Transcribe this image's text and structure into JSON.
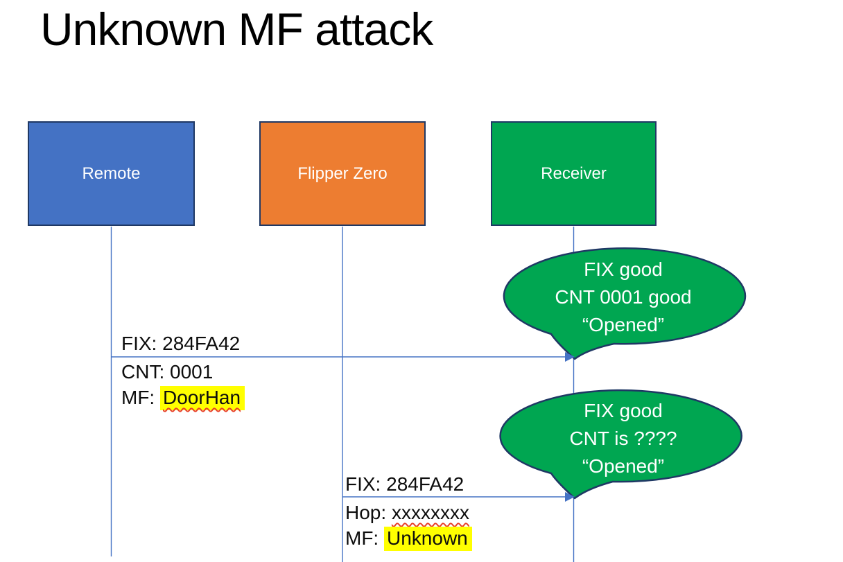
{
  "title": "Unknown MF attack",
  "actors": [
    {
      "label": "Remote"
    },
    {
      "label": "Flipper Zero"
    },
    {
      "label": "Receiver"
    }
  ],
  "messages": [
    {
      "above": "FIX: 284FA42",
      "line1": "CNT: 0001",
      "line2_prefix": "MF: ",
      "line2_word": "DoorHan"
    },
    {
      "above": "FIX: 284FA42",
      "line1_prefix": "Hop: ",
      "line1_word": "xxxxxxxx",
      "line2_prefix": "MF: ",
      "line2_word": "Unknown"
    }
  ],
  "bubbles": [
    {
      "lines": [
        "FIX good",
        "CNT 0001 good",
        "“Opened”"
      ]
    },
    {
      "lines": [
        "FIX good",
        "CNT is ????",
        "“Opened”"
      ]
    }
  ],
  "colors": {
    "remote_blue": "#4472C4",
    "flipper_orange": "#ED7D31",
    "receiver_green": "#00A651",
    "dark_border": "#1F3864",
    "connector_blue": "#4472C4",
    "highlight_yellow": "#FFFF00",
    "squiggle_red": "#E8402A"
  }
}
